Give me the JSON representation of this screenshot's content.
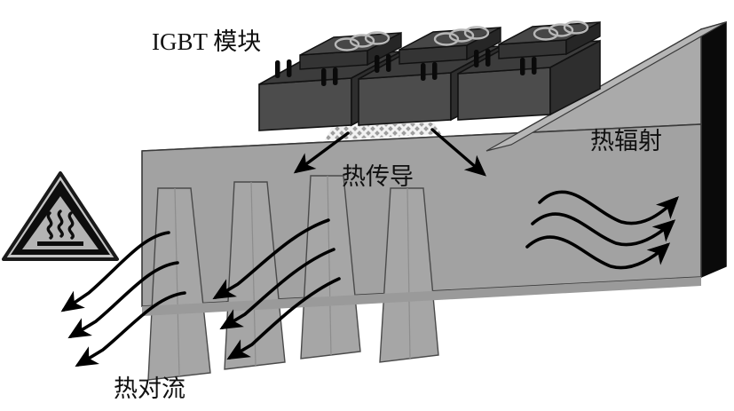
{
  "figure": {
    "type": "technical-diagram",
    "subject": "IGBT module heat dissipation paths on a finned heatsink",
    "background_color": "#ffffff"
  },
  "labels": {
    "igbt_module": "IGBT 模块",
    "heat_conduction": "热传导",
    "heat_radiation": "热辐射",
    "heat_convection": "热对流"
  },
  "warning_sign": {
    "name": "hot-surface-warning",
    "shape": "triangle",
    "border_color": "#000000",
    "fill_color": "#b4b4b4",
    "wave_count": 3
  },
  "heatsink": {
    "top_face_color": "#aaaaaa",
    "front_face_color": "#a0a0a0",
    "side_face_color": "#0a0a0a",
    "outline_color": "#2a2a2a",
    "fin_count": 4,
    "fin_face_color": "#a6a6a6"
  },
  "modules": {
    "count": 3,
    "body_color": "#4c4c4c",
    "top_color": "#3a3a3a",
    "side_color": "#2d2d2d",
    "terminal_strip_color": "#343434",
    "terminal_ring_color": "#b8b8b8",
    "pin_color": "#0a0a0a",
    "terminals_per_module": 3,
    "pin_pairs_per_module": 2
  },
  "thermal_interface": {
    "name": "thermal-interface-material",
    "pattern": "crosshatch",
    "color": "#e8e8e8"
  },
  "arrows": {
    "conduction_count": 2,
    "convection_count": 6,
    "radiation_count": 3,
    "color": "#000000"
  }
}
